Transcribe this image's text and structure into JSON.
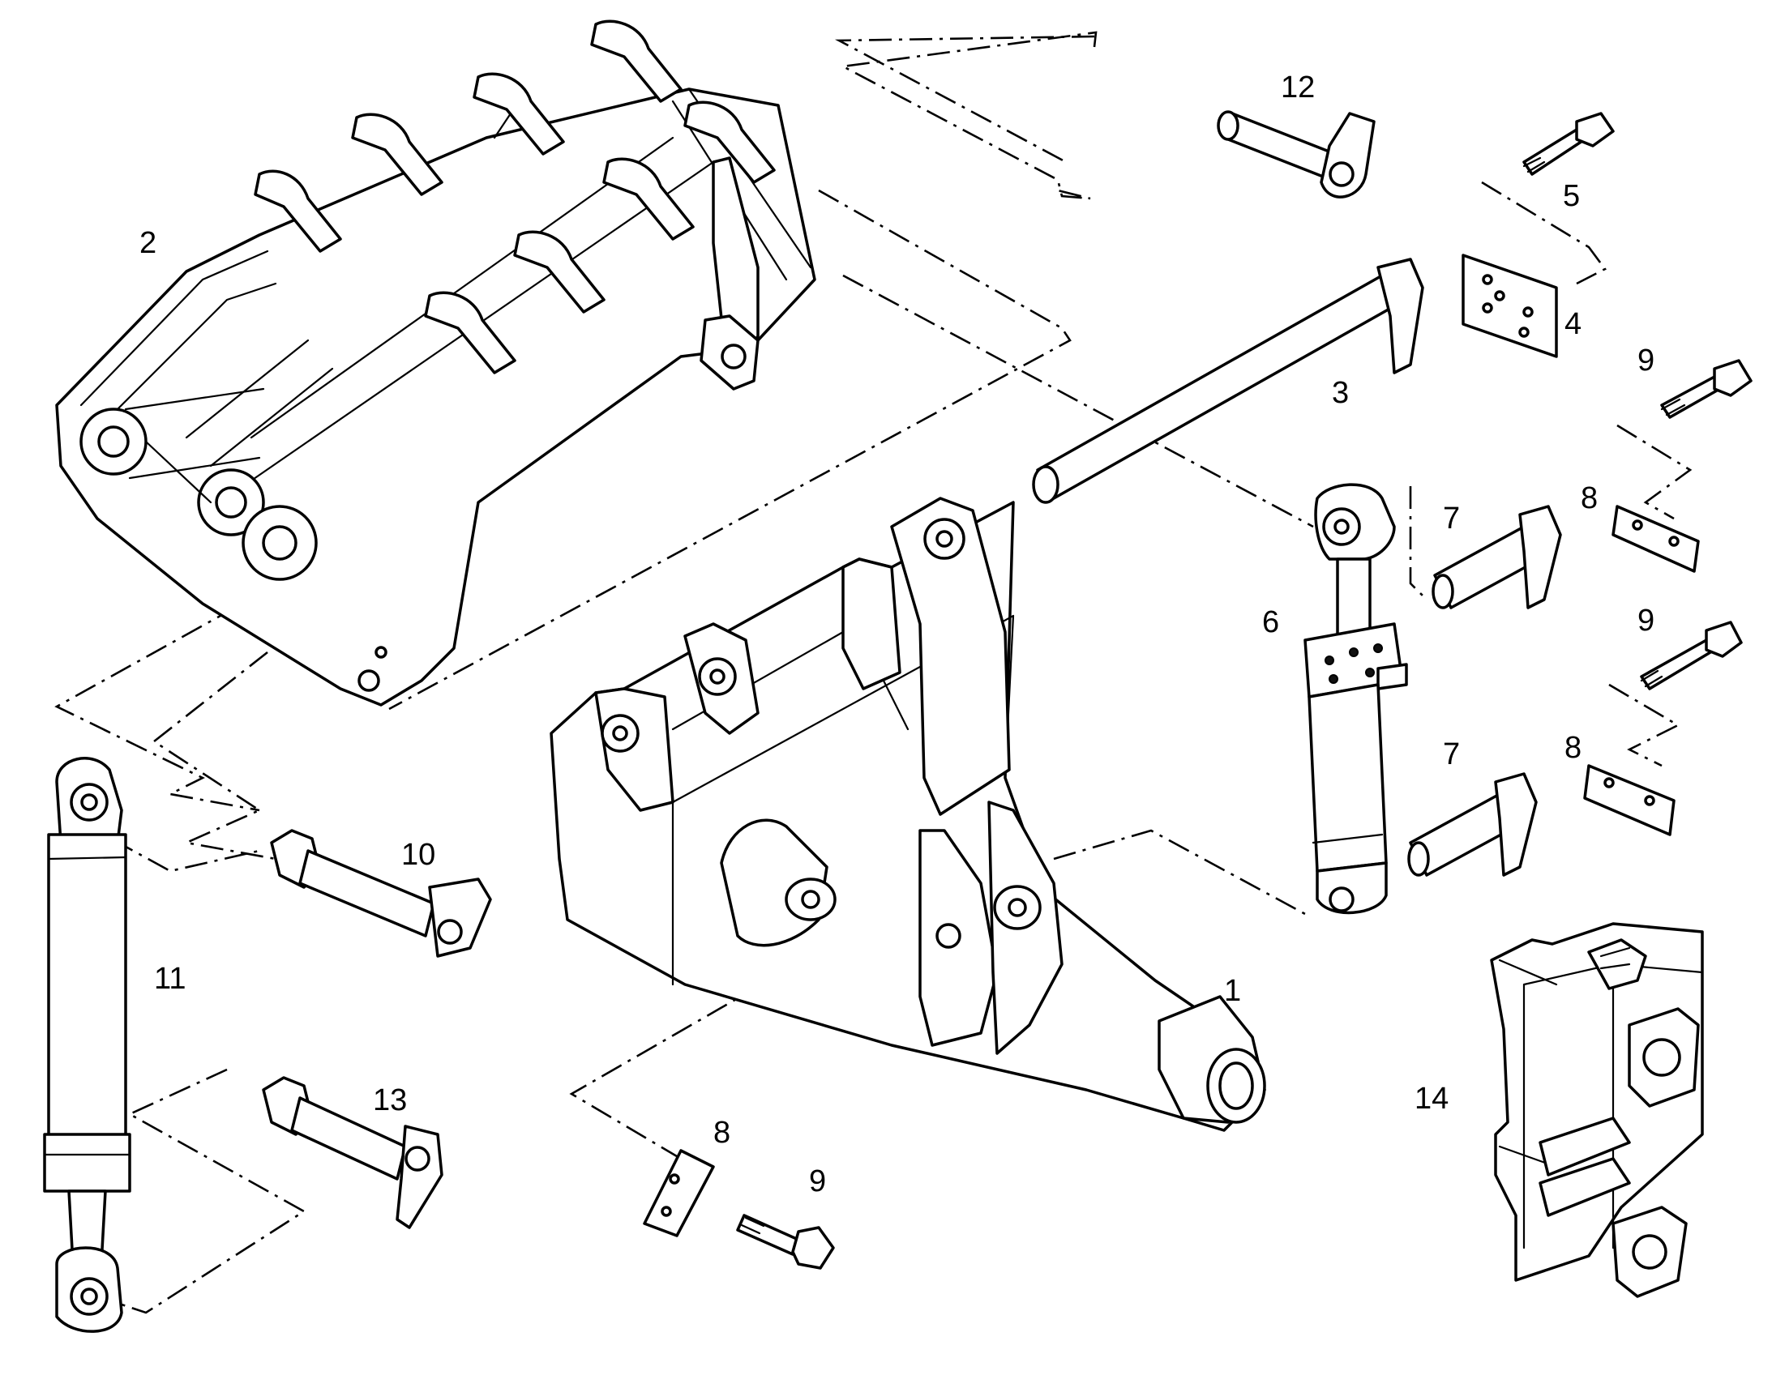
{
  "diagram": {
    "callouts": [
      {
        "id": "c1",
        "text": "1"
      },
      {
        "id": "c2",
        "text": "2"
      },
      {
        "id": "c3",
        "text": "3"
      },
      {
        "id": "c4",
        "text": "4"
      },
      {
        "id": "c5",
        "text": "5"
      },
      {
        "id": "c6",
        "text": "6"
      },
      {
        "id": "c7a",
        "text": "7"
      },
      {
        "id": "c7b",
        "text": "7"
      },
      {
        "id": "c8a",
        "text": "8"
      },
      {
        "id": "c8b",
        "text": "8"
      },
      {
        "id": "c8c",
        "text": "8"
      },
      {
        "id": "c9a",
        "text": "9"
      },
      {
        "id": "c9b",
        "text": "9"
      },
      {
        "id": "c9c",
        "text": "9"
      },
      {
        "id": "c10",
        "text": "10"
      },
      {
        "id": "c11",
        "text": "11"
      },
      {
        "id": "c12",
        "text": "12"
      },
      {
        "id": "c13",
        "text": "13"
      },
      {
        "id": "c14",
        "text": "14"
      }
    ]
  }
}
